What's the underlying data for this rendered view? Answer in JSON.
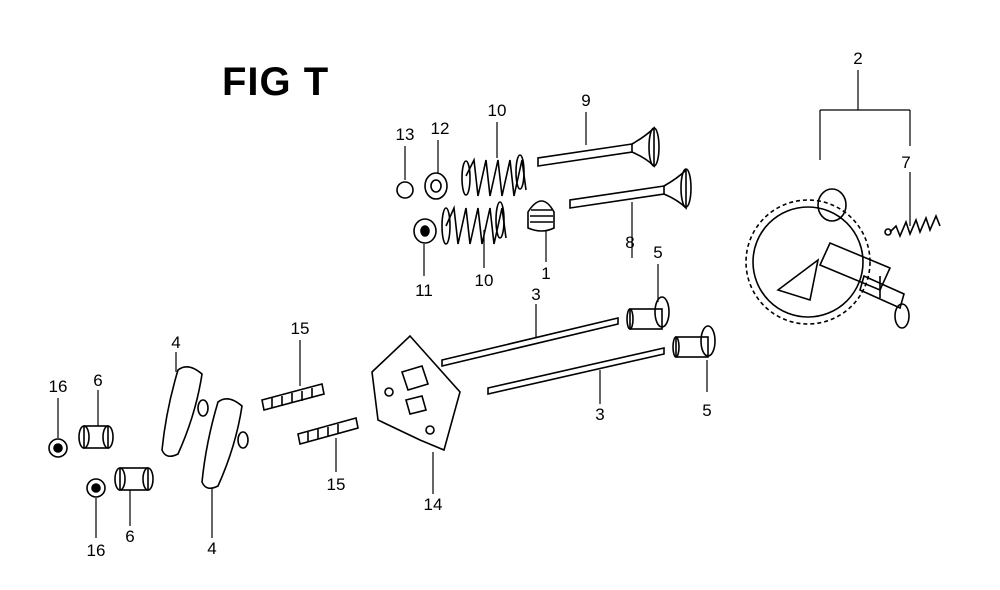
{
  "title": "FIG T",
  "callouts": [
    "1",
    "2",
    "3",
    "3",
    "4",
    "4",
    "5",
    "5",
    "6",
    "6",
    "7",
    "8",
    "9",
    "10",
    "10",
    "11",
    "12",
    "13",
    "14",
    "15",
    "15",
    "16",
    "16"
  ],
  "colors": {
    "ink": "#000000",
    "paper": "#ffffff"
  }
}
